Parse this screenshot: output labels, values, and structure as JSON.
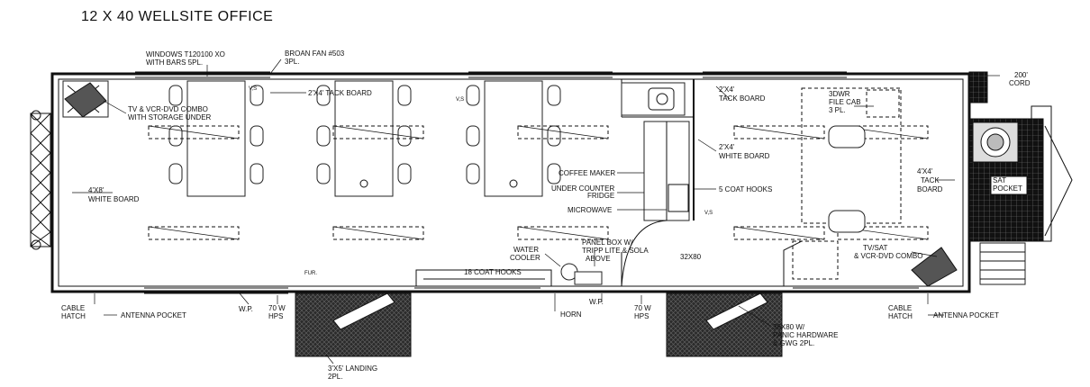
{
  "title": "12 X 40 WELLSITE OFFICE",
  "labels": {
    "windows_l1": "WINDOWS T120100 XO",
    "windows_l2": "WITH BARS 5PL.",
    "fan_l1": "BROAN FAN #503",
    "fan_l2": "3PL.",
    "cord_l1": "200'",
    "cord_l2": "CORD",
    "tv_l1": "TV & VCR-DVD COMBO",
    "tv_l2": "WITH STORAGE UNDER",
    "tack1": "2'X4' TACK BOARD",
    "tack2_l1": "2'X4'",
    "tack2_l2": "TACK BOARD",
    "file_l1": "3DWR",
    "file_l2": "FILE CAB",
    "file_l3": "3 PL.",
    "wb2_l1": "2'X4'",
    "wb2_l2": "WHITE BOARD",
    "coffee": "COFFEE MAKER",
    "fridge_l1": "UNDER COUNTER",
    "fridge_l2": "FRIDGE",
    "micro": "MICROWAVE",
    "hooks5": "5 COAT HOOKS",
    "tack3_l1": "4'X4'",
    "tack3_l2": "TACK",
    "tack3_l3": "BOARD",
    "sat_l1": "SAT",
    "sat_l2": "POCKET",
    "wb1_l1": "4'X8'",
    "wb1_l2": "WHITE BOARD",
    "water_l1": "WATER",
    "water_l2": "COOLER",
    "panel_l1": "PANEL BOX W/",
    "panel_l2": "TRIPP LITE & SOLA",
    "panel_l3": "ABOVE",
    "door_dim": "32X80",
    "tvsat_l1": "TV/SAT",
    "tvsat_l2": "& VCR-DVD COMBO",
    "hooks18": "18 COAT HOOKS",
    "cable_left_l1": "CABLE",
    "cable_left_l2": "HATCH",
    "antenna_left": "ANTENNA POCKET",
    "wp_left": "W.P.",
    "hps_left_l1": "70 W",
    "hps_left_l2": "HPS",
    "landing_l1": "3'X5' LANDING",
    "landing_l2": "2PL.",
    "horn": "HORN",
    "wp_mid": "W.P.",
    "hps_mid_l1": "70 W",
    "hps_mid_l2": "HPS",
    "door2_l1": "36X80 W/",
    "door2_l2": "PANIC HARDWARE",
    "door2_l3": "& GWG 2PL.",
    "cable_right_l1": "CABLE",
    "cable_right_l2": "HATCH",
    "antenna_right": "ANTENNA POCKET",
    "vs1": "V,S",
    "vs2": "V,S",
    "vs3": "V,S",
    "fur": "FUR."
  }
}
